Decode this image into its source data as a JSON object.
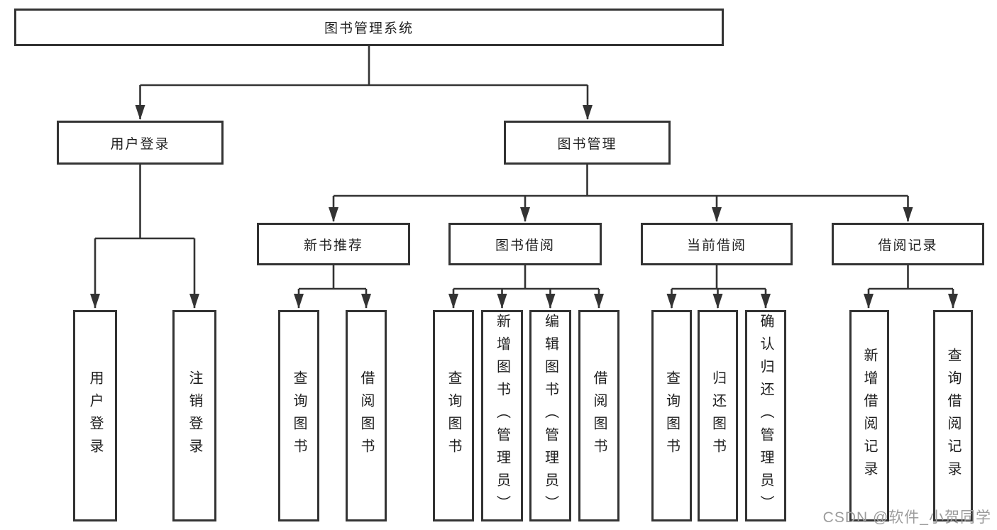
{
  "diagram_title": "图书管理系统",
  "tree": {
    "root": {
      "label": "图书管理系统"
    },
    "branches": [
      {
        "label": "用户登录",
        "children": [
          {
            "label": "用户登录"
          },
          {
            "label": "注销登录"
          }
        ]
      },
      {
        "label": "图书管理",
        "children": [
          {
            "label": "新书推荐",
            "children": [
              {
                "label": "查询图书"
              },
              {
                "label": "借阅图书"
              }
            ]
          },
          {
            "label": "图书借阅",
            "children": [
              {
                "label": "查询图书"
              },
              {
                "label": "新增图书（管理员）"
              },
              {
                "label": "编辑图书（管理员）"
              },
              {
                "label": "借阅图书"
              }
            ]
          },
          {
            "label": "当前借阅",
            "children": [
              {
                "label": "查询图书"
              },
              {
                "label": "归还图书"
              },
              {
                "label": "确认归还（管理员）"
              }
            ]
          },
          {
            "label": "借阅记录",
            "children": [
              {
                "label": "新增借阅记录"
              },
              {
                "label": "查询借阅记录"
              }
            ]
          }
        ]
      }
    ]
  },
  "watermark": "CSDN @软件_小贺同学",
  "colors": {
    "line": "#333333",
    "text": "#1f1f1f",
    "background": "#ffffff",
    "watermark": "#9c9c9c"
  }
}
